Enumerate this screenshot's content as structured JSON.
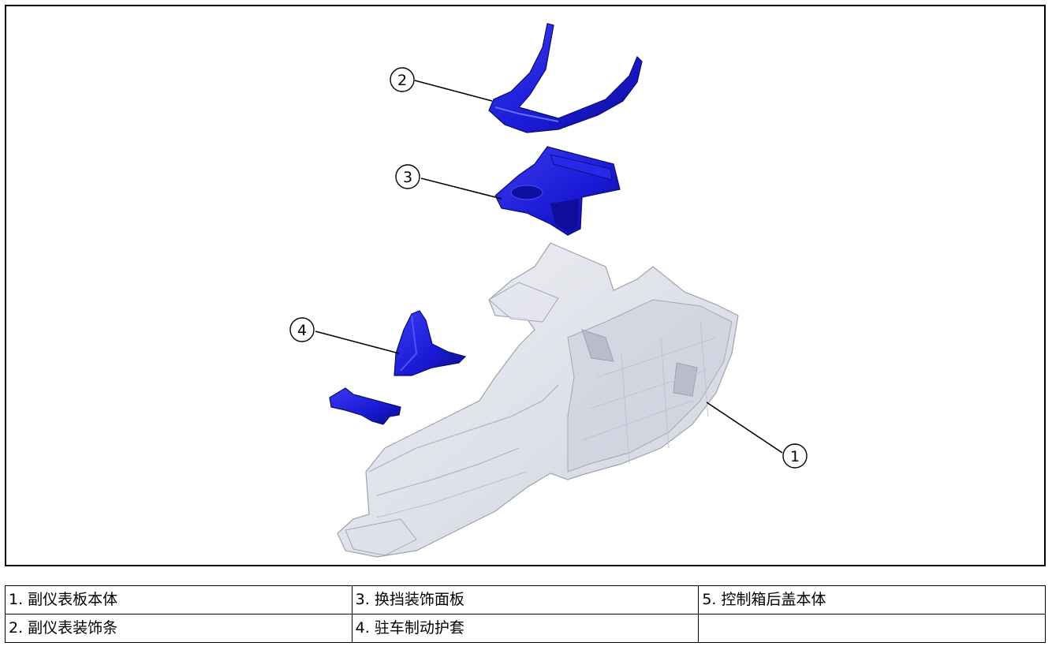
{
  "callouts": [
    "1",
    "2",
    "3",
    "4"
  ],
  "colors": {
    "highlight_part": "#1a1ad6",
    "base_part": "#d9dbe4",
    "line": "#000000"
  },
  "legend": {
    "rows": [
      [
        "1. 副仪表板本体",
        "3. 换挡装饰面板",
        "5. 控制箱后盖本体"
      ],
      [
        "2. 副仪表装饰条",
        "4. 驻车制动护套",
        ""
      ]
    ]
  }
}
